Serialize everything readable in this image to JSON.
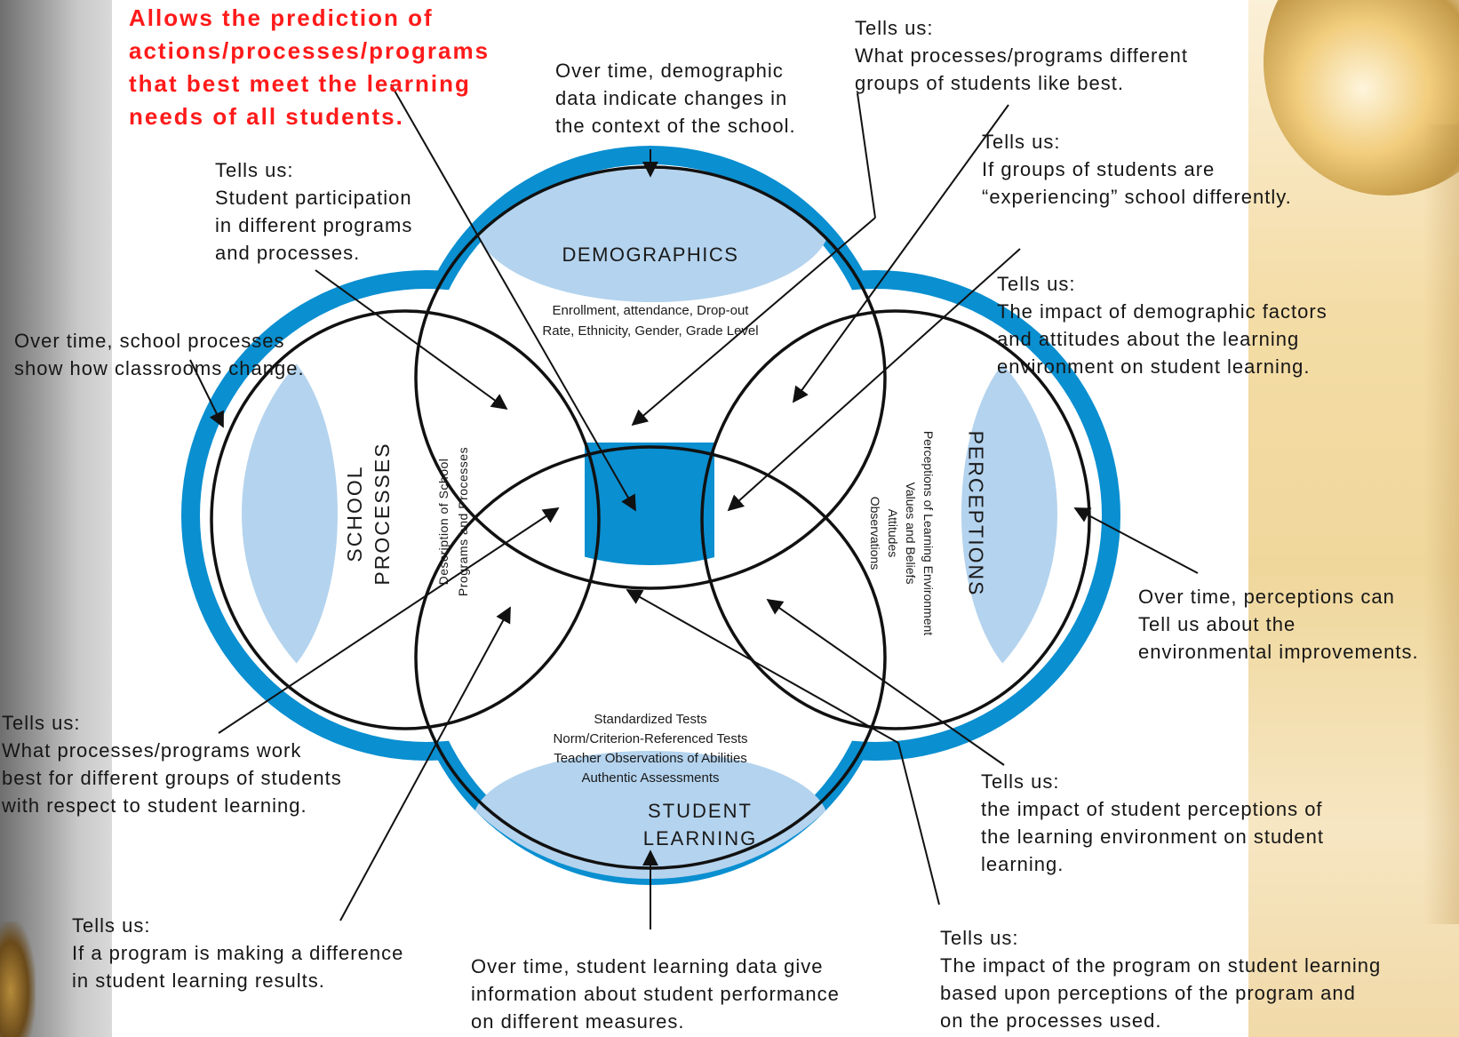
{
  "colors": {
    "ring_blue": "#0a8fd0",
    "light_blue": "#b4d3ee",
    "callout_red": "#ff1a1a",
    "ink": "#1a1a1a"
  },
  "callouts": {
    "prediction": [
      "Allows the prediction of",
      "actions/processes/programs",
      "that best meet the learning",
      "needs of all students."
    ],
    "demographics_over_time": [
      "Over time, demographic",
      "data indicate changes in",
      "the context of the school."
    ],
    "groups_like_best": [
      "Tells us:",
      "What processes/programs different",
      "groups of students like best."
    ],
    "participation": [
      "Tells us:",
      "Student participation",
      "in different programs",
      "and processes."
    ],
    "experiencing": [
      "Tells us:",
      "If groups of students are",
      "“experiencing” school differently."
    ],
    "demographic_impact": [
      "Tells us:",
      "The impact of demographic factors",
      "and attitudes about the learning",
      "environment on student learning."
    ],
    "processes_over_time": [
      "Over time, school processes",
      "show how classrooms change."
    ],
    "perceptions_over_time": [
      "Over time, perceptions can",
      "Tell us about the",
      "environmental improvements."
    ],
    "work_best": [
      "Tells us:",
      "What processes/programs work",
      "best for different groups of students",
      "with respect to student learning."
    ],
    "perceptions_impact": [
      "Tells us:",
      "the impact of student perceptions of",
      "the learning environment on student",
      "learning."
    ],
    "making_difference": [
      "Tells us:",
      "If a program is making a difference",
      "in student learning results."
    ],
    "learning_over_time": [
      "Over time, student learning data give",
      "information about student performance",
      "on different measures."
    ],
    "program_impact": [
      "Tells us:",
      "The impact of the program on student learning",
      "based upon perceptions of the program and",
      "on the processes used."
    ]
  },
  "circles": {
    "demographics": {
      "title": "DEMOGRAPHICS",
      "items": [
        "Enrollment, attendance, Drop-out",
        "Rate, Ethnicity, Gender, Grade Level"
      ]
    },
    "school_processes": {
      "title": [
        "SCHOOL",
        "PROCESSES"
      ],
      "items": [
        "Description of School",
        "Programs and Processes"
      ]
    },
    "perceptions": {
      "title": "PERCEPTIONS",
      "items": [
        "Perceptions of Learning Environment",
        "Values and Beliefs",
        "Attitudes",
        "Observations"
      ]
    },
    "student_learning": {
      "title": [
        "STUDENT",
        "LEARNING"
      ],
      "items": [
        "Standardized Tests",
        "Norm/Criterion-Referenced Tests",
        "Teacher Observations of Abilities",
        "Authentic Assessments"
      ]
    }
  }
}
